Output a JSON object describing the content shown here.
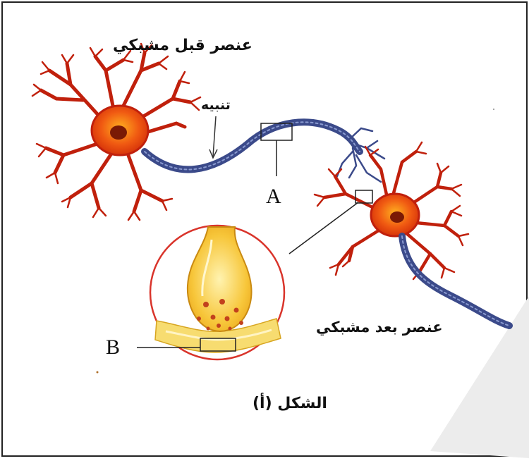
{
  "labels": {
    "presynaptic": "عنصر قبل مشبكي",
    "stimulus": "تنبيه",
    "postsynaptic": "عنصر بعد مشبكي",
    "figure_caption": "الشكل (أ)",
    "point_a": "A",
    "point_b": "B"
  },
  "colors": {
    "neuron_body": "#e8420f",
    "nucleus": "#7a1a05",
    "dendrite": "#c0200c",
    "axon": "#3b4a8a",
    "zoom_circle": "#d9342b",
    "terminal": "#f2b21c",
    "vesicle": "#c2411d"
  }
}
